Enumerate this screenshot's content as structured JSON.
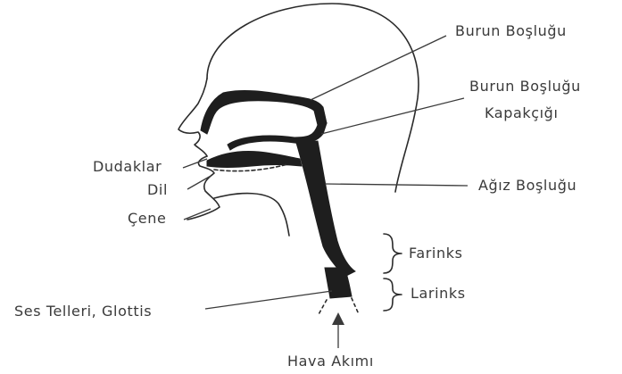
{
  "labels": {
    "nasal_cavity": "Burun Boşluğu",
    "velum_line1": "Burun Boşluğu",
    "velum_line2": "Kapakçığı",
    "lips": "Dudaklar",
    "tongue": "Dil",
    "oral_cavity": "Ağız Boşluğu",
    "jaw": "Çene",
    "pharynx": "Farinks",
    "larynx": "Larinks",
    "vocal_cords": "Ses Telleri, Glottis",
    "airflow": "Hava Akımı"
  },
  "colors": {
    "ink": "#1e1e1e",
    "text": "#3a3a3a",
    "background": "#ffffff"
  }
}
